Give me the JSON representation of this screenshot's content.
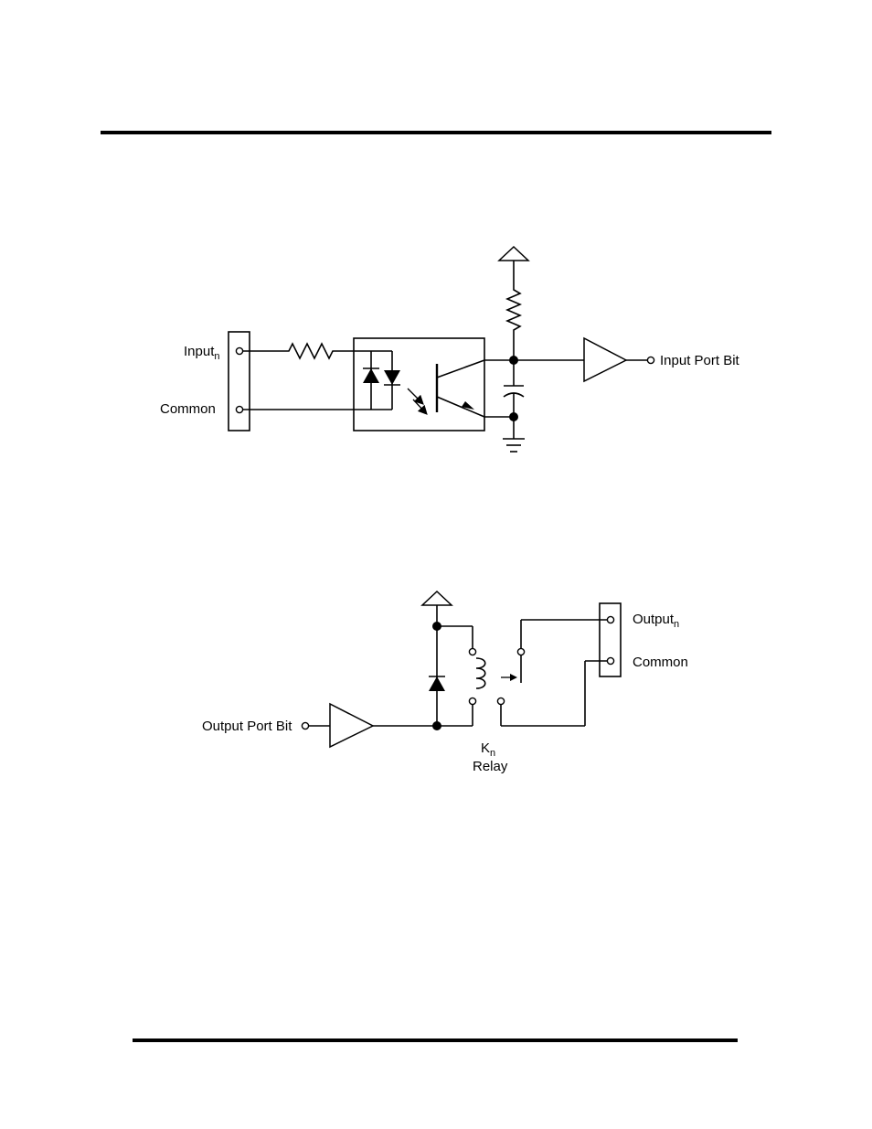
{
  "input_circuit": {
    "input_label": "Input",
    "input_subscript": "n",
    "common_label": "Common",
    "port_label": "Input Port Bit"
  },
  "output_circuit": {
    "port_label": "Output Port Bit",
    "output_label": "Output",
    "output_subscript": "n",
    "common_label": "Common",
    "relay_k": "K",
    "relay_subscript": "n",
    "relay_label": "Relay"
  }
}
